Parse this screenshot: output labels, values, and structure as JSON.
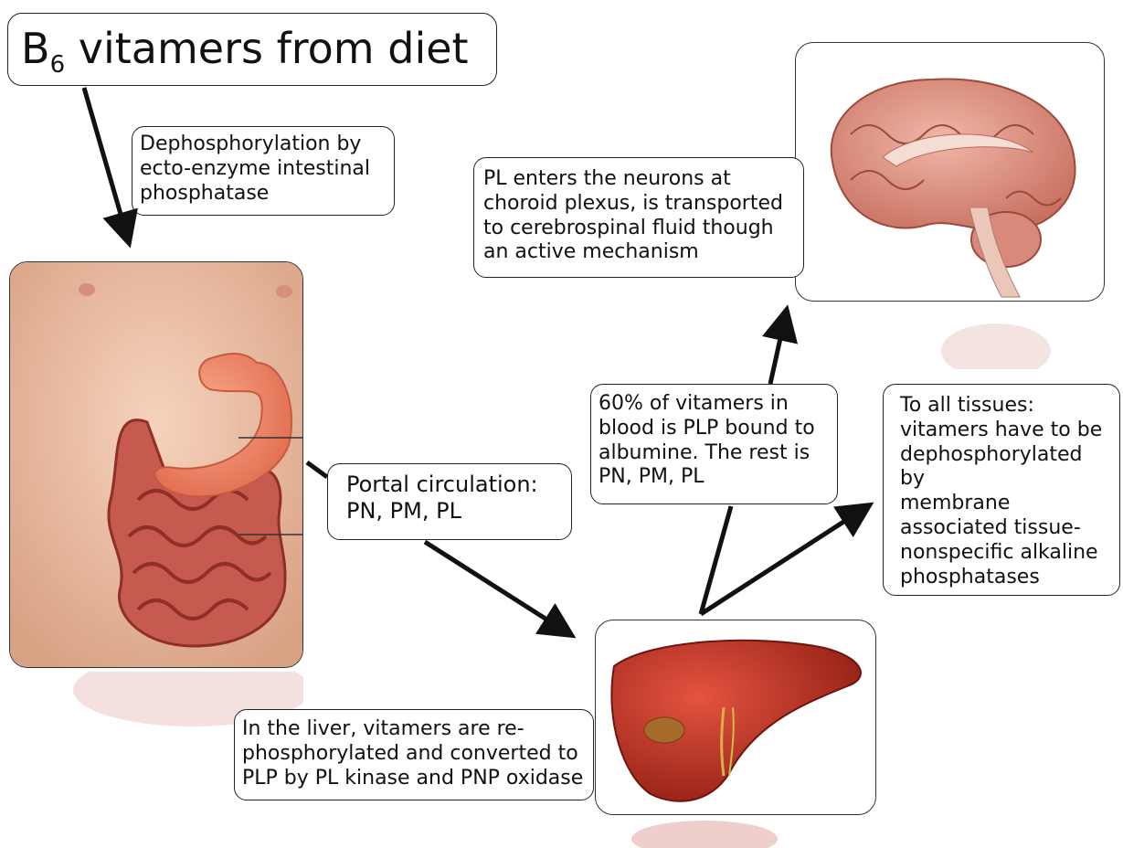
{
  "title": {
    "main": "B",
    "subscript": "6",
    "rest": " vitamers from diet"
  },
  "boxes": {
    "dephosphorylation": "Dephosphorylation by\necto-enzyme intestinal\nphosphatase",
    "choroid": "PL enters the neurons at\nchoroid plexus, is transported\nto cerebrospinal fluid though\nan active mechanism",
    "portal": "Portal circulation:\nPN, PM, PL",
    "blood": "60% of vitamers in\nblood is PLP bound to\nalbumine. The rest is\nPN, PM, PL",
    "tissues": "To all tissues:\nvitamers have to be\ndephosphorylated by\nmembrane\nassociated tissue-\nnonspecific alkaline\nphosphatases",
    "liver_text": "In the liver, vitamers are re-\nphosphorylated and converted to\nPLP by PL kinase and PNP oxidase"
  },
  "colors": {
    "skin": "#f0c4a8",
    "stomach": "#f08d6e",
    "intestine": "#c75a4e",
    "liver": "#b8281c",
    "brain": "#d98a7a",
    "arrow": "#111111"
  }
}
